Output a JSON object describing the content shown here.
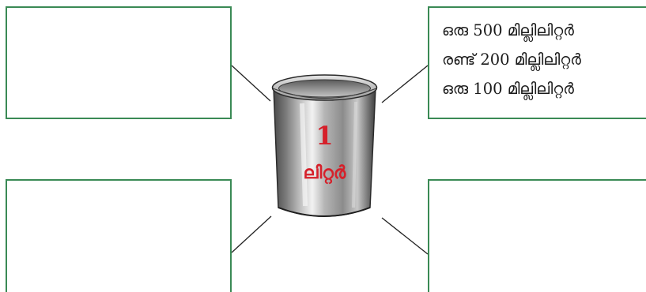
{
  "center": {
    "number": "1",
    "unit": "ലിറ്റർ",
    "label_color": "#d6202a"
  },
  "boxes": {
    "top_left": {
      "lines": []
    },
    "top_right": {
      "lines": [
        {
          "word": "ഒരു",
          "num": "500",
          "unit": "മില്ലിലിറ്റർ"
        },
        {
          "word": "രണ്ട്",
          "num": "200",
          "unit": "മില്ലിലിറ്റർ"
        },
        {
          "word": "ഒരു",
          "num": "100",
          "unit": "മില്ലിലിറ്റർ"
        }
      ]
    },
    "bottom_left": {
      "lines": []
    },
    "bottom_right": {
      "lines": []
    }
  },
  "colors": {
    "box_border": "#3a8a55",
    "connector": "#222222"
  }
}
